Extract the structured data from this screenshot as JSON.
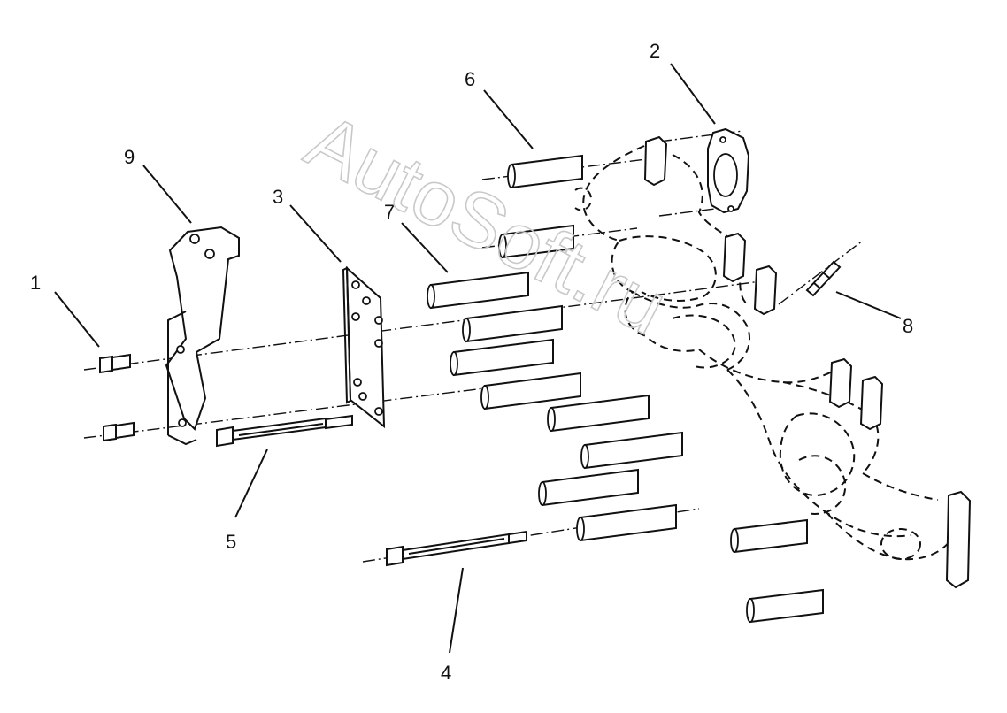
{
  "watermark": "AutoSoft.ru",
  "callouts": [
    {
      "id": "callout-1",
      "text": "1"
    },
    {
      "id": "callout-2",
      "text": "2"
    },
    {
      "id": "callout-3",
      "text": "3"
    },
    {
      "id": "callout-4",
      "text": "4"
    },
    {
      "id": "callout-5",
      "text": "5"
    },
    {
      "id": "callout-6",
      "text": "6"
    },
    {
      "id": "callout-7",
      "text": "7"
    },
    {
      "id": "callout-8",
      "text": "8"
    },
    {
      "id": "callout-9",
      "text": "9"
    }
  ]
}
